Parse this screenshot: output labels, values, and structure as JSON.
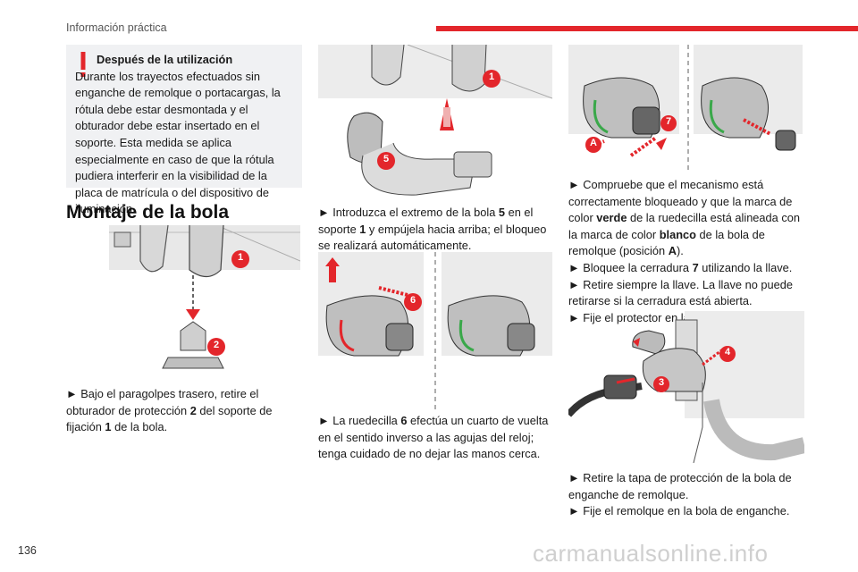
{
  "header": {
    "section_title": "Información práctica",
    "accent_color": "#e3262b"
  },
  "page_number": "136",
  "warning": {
    "icon": "exclamation-icon",
    "title": "Después de la utilización",
    "body": "Durante los trayectos efectuados sin enganche de remolque o portacargas, la rótula debe estar desmontada y el obturador debe estar insertado en el soporte. Esta medida se aplica especialmente en caso de que la rótula pudiera interferir en la visibilidad de la placa de matrícula o del dispositivo de iluminación."
  },
  "heading": "Montaje de la bola",
  "figures": {
    "fig1": {
      "callouts": [
        "1",
        "2"
      ]
    },
    "fig2": {
      "callouts": [
        "1",
        "5"
      ]
    },
    "fig3": {
      "callouts": [
        "6"
      ]
    },
    "fig4": {
      "callouts": [
        "A",
        "7"
      ]
    },
    "fig5": {
      "callouts": [
        "4",
        "3"
      ]
    }
  },
  "col1": {
    "step1": {
      "pre": "► Bajo el paragolpes trasero, retire el obturador de protección ",
      "b1": "2",
      "mid": " del soporte de fijación ",
      "b2": "1",
      "post": " de la bola."
    }
  },
  "col2": {
    "step1": {
      "pre": "► Introduzca el extremo de la bola ",
      "b1": "5",
      "mid": " en el soporte ",
      "b2": "1",
      "post": " y empújela hacia arriba; el bloqueo se realizará automáticamente."
    },
    "step2": {
      "pre": "► La ruedecilla ",
      "b1": "6",
      "post": " efectúa un cuarto de vuelta en el sentido inverso a las agujas del reloj; tenga cuidado de no dejar las manos cerca."
    }
  },
  "col3": {
    "step1": {
      "pre": "► Compruebe que el mecanismo está correctamente bloqueado y que la marca de color ",
      "b1": "verde",
      "mid": " de la ruedecilla está alineada con la marca de color ",
      "b2": "blanco",
      "mid2": " de la bola de remolque (posición ",
      "b3": "A",
      "post": ")."
    },
    "step2": {
      "pre": "► Bloquee la cerradura ",
      "b1": "7",
      "post": " utilizando la llave."
    },
    "step3": {
      "text": "► Retire siempre la llave. La llave no puede retirarse si la cerradura está abierta."
    },
    "step4": {
      "text": "► Fije el protector en la cerradura."
    },
    "step5": {
      "text": "► Retire la tapa de protección de la bola de enganche de remolque."
    },
    "step6": {
      "text": "► Fije el remolque en la bola de enganche."
    }
  },
  "watermark": "carmanualsonline.info"
}
